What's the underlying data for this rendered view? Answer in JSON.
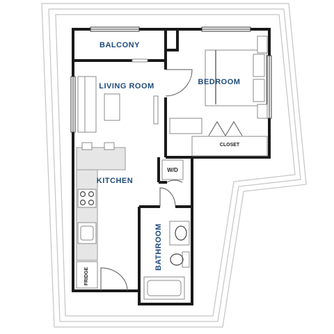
{
  "rooms": {
    "balcony": "BALCONY",
    "living_room": "LIVING ROOM",
    "bedroom": "BEDROOM",
    "kitchen": "KITCHEN",
    "bathroom": "BATHROOM"
  },
  "fixtures": {
    "closet": "CLOSET",
    "washer_dryer": "W/D",
    "fridge": "FRIDGE"
  },
  "colors": {
    "label_blue": "#1e4a7a",
    "walls": "#1a1a1a"
  }
}
